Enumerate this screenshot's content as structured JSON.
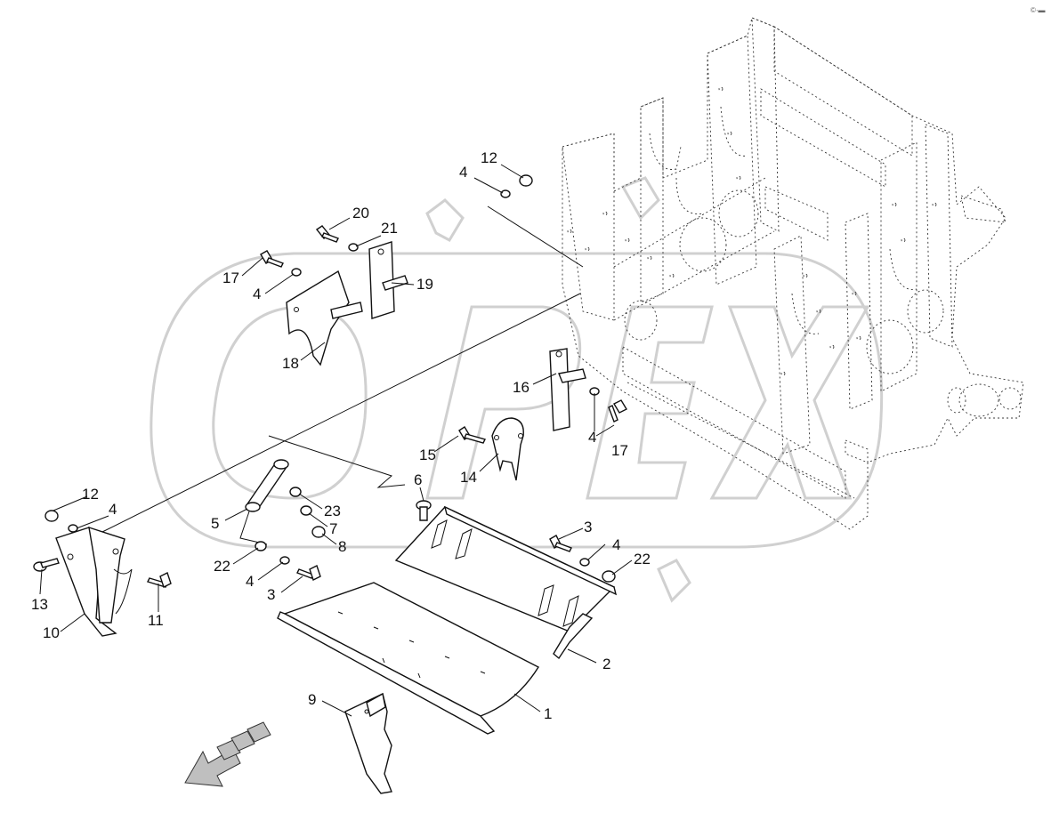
{
  "corner_mark": "©·▬",
  "watermark": {
    "text": "OPEX",
    "color": "#d2d2d2"
  },
  "callouts": [
    {
      "id": "c12a",
      "text": "12"
    },
    {
      "id": "c4a",
      "text": "4"
    },
    {
      "id": "c20",
      "text": "20"
    },
    {
      "id": "c21",
      "text": "21"
    },
    {
      "id": "c17a",
      "text": "17"
    },
    {
      "id": "c4b",
      "text": "4"
    },
    {
      "id": "c19",
      "text": "19"
    },
    {
      "id": "c18",
      "text": "18"
    },
    {
      "id": "c16",
      "text": "16"
    },
    {
      "id": "c4c",
      "text": "4"
    },
    {
      "id": "c17b",
      "text": "17"
    },
    {
      "id": "c15",
      "text": "15"
    },
    {
      "id": "c14",
      "text": "14"
    },
    {
      "id": "c6",
      "text": "6"
    },
    {
      "id": "c12b",
      "text": "12"
    },
    {
      "id": "c4d",
      "text": "4"
    },
    {
      "id": "c5",
      "text": "5"
    },
    {
      "id": "c23",
      "text": "23"
    },
    {
      "id": "c7",
      "text": "7"
    },
    {
      "id": "c8",
      "text": "8"
    },
    {
      "id": "c3a",
      "text": "3"
    },
    {
      "id": "c4e",
      "text": "4"
    },
    {
      "id": "c22a",
      "text": "22"
    },
    {
      "id": "c22b",
      "text": "22"
    },
    {
      "id": "c4f",
      "text": "4"
    },
    {
      "id": "c3b",
      "text": "3"
    },
    {
      "id": "c13",
      "text": "13"
    },
    {
      "id": "c11",
      "text": "11"
    },
    {
      "id": "c10",
      "text": "10"
    },
    {
      "id": "c2",
      "text": "2"
    },
    {
      "id": "c1",
      "text": "1"
    },
    {
      "id": "c9",
      "text": "9"
    }
  ]
}
